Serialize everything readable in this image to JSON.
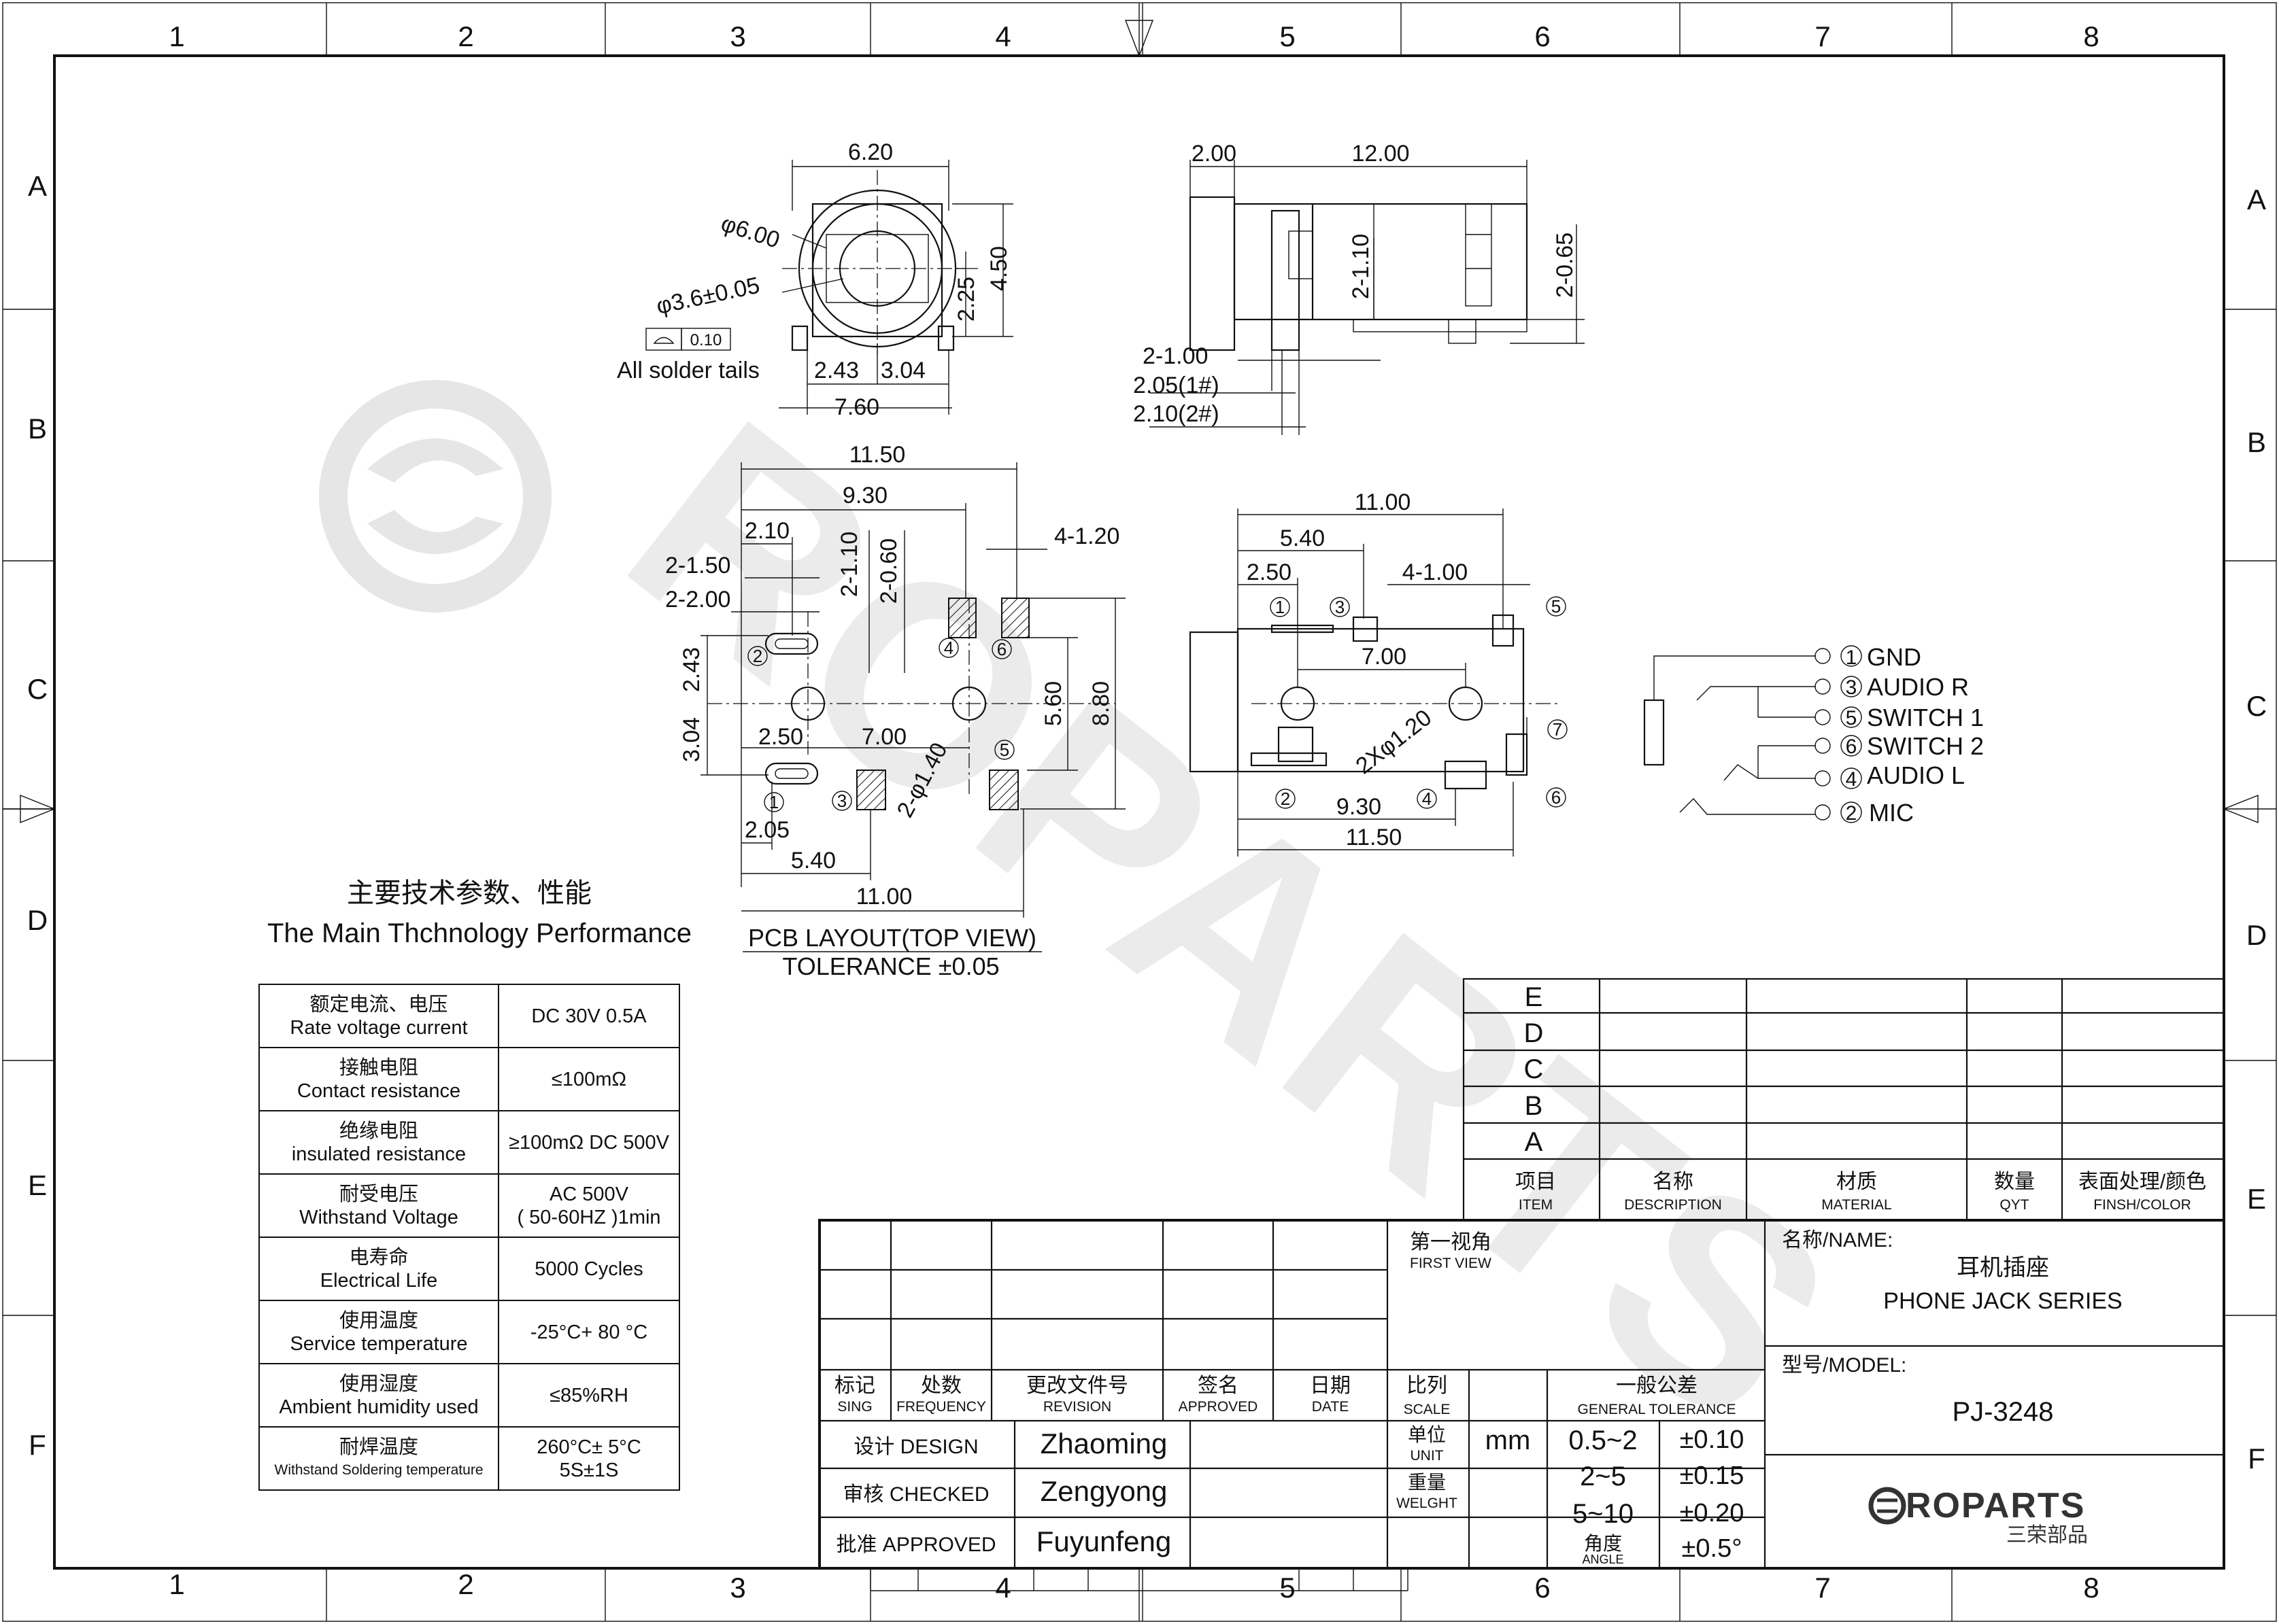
{
  "frame": {
    "columns": [
      "1",
      "2",
      "3",
      "4",
      "5",
      "6",
      "7",
      "8"
    ],
    "rows": [
      "A",
      "B",
      "C",
      "D",
      "E",
      "F"
    ]
  },
  "front_view": {
    "dim_width": "6.20",
    "dim_outer_dia": "φ6.00",
    "dim_inner_dia": "φ3.6±0.05",
    "dim_2_25": "2.25",
    "dim_4_50": "4.50",
    "dim_2_43": "2.43",
    "dim_3_04": "3.04",
    "dim_7_60": "7.60",
    "flatness_value": "0.10",
    "flatness_note": "All solder tails"
  },
  "side_view": {
    "dim_2_00": "2.00",
    "dim_12_00": "12.00",
    "dim_2_1_10": "2-1.10",
    "dim_2_0_65": "2-0.65",
    "dim_2_1_00": "2-1.00",
    "dim_2_05": "2.05(1#)",
    "dim_2_10": "2.10(2#)"
  },
  "pcb_layout": {
    "dim_11_50": "11.50",
    "dim_9_30": "9.30",
    "dim_2_10": "2.10",
    "dim_2_1_10": "2-1.10",
    "dim_2_0_60": "2-0.60",
    "dim_4_1_20": "4-1.20",
    "dim_2_1_50": "2-1.50",
    "dim_2_2_00": "2-2.00",
    "dim_2_43": "2.43",
    "dim_3_04": "3.04",
    "dim_2_50": "2.50",
    "dim_7_00": "7.00",
    "dim_2_phi_1_40": "2-φ1.40",
    "dim_5_60": "5.60",
    "dim_8_80": "8.80",
    "dim_2_05": "2.05",
    "dim_5_40": "5.40",
    "dim_11_00": "11.00",
    "pin_1": "1",
    "pin_2": "2",
    "pin_3": "3",
    "pin_4": "4",
    "pin_5": "5",
    "pin_6": "6",
    "caption": "PCB LAYOUT(TOP VIEW)",
    "tolerance": "TOLERANCE ±0.05"
  },
  "bottom_view": {
    "dim_11_00": "11.00",
    "dim_5_40": "5.40",
    "dim_2_50": "2.50",
    "dim_4_1_00": "4-1.00",
    "dim_7_00": "7.00",
    "dim_2x_phi_1_20": "2Xφ1.20",
    "dim_9_30": "9.30",
    "dim_11_50": "11.50",
    "pin_1": "1",
    "pin_2": "2",
    "pin_3": "3",
    "pin_4": "4",
    "pin_5": "5",
    "pin_6": "6",
    "pin_7": "7"
  },
  "schematic": {
    "pins": [
      {
        "num": "1",
        "label": "GND"
      },
      {
        "num": "3",
        "label": "AUDIO R"
      },
      {
        "num": "5",
        "label": "SWITCH 1"
      },
      {
        "num": "6",
        "label": "SWITCH 2"
      },
      {
        "num": "4",
        "label": "AUDIO L"
      },
      {
        "num": "2",
        "label": "MIC"
      }
    ]
  },
  "specs": {
    "title_cn": "主要技术参数、性能",
    "title_en": "The Main Thchnology Performance",
    "rows": [
      {
        "cn": "额定电流、电压",
        "en": "Rate voltage current",
        "value": "DC 30V   0.5A"
      },
      {
        "cn": "接触电阻",
        "en": "Contact resistance",
        "value": "≤100mΩ"
      },
      {
        "cn": "绝缘电阻",
        "en": "insulated resistance",
        "value": "≥100mΩ DC 500V"
      },
      {
        "cn": "耐受电压",
        "en": "Withstand Voltage",
        "value": "AC 500V",
        "value2": "( 50-60HZ )1min"
      },
      {
        "cn": "电寿命",
        "en": "Electrical Life",
        "value": "5000 Cycles"
      },
      {
        "cn": "使用温度",
        "en": "Service temperature",
        "value": "-25°C+ 80 °C"
      },
      {
        "cn": "使用湿度",
        "en": "Ambient humidity used",
        "value": "≤85%RH"
      },
      {
        "cn": "耐焊温度",
        "en": "Withstand Soldering temperature",
        "value": "260°C± 5°C",
        "value2": "5S±1S"
      }
    ]
  },
  "bom": {
    "rev_letters": [
      "E",
      "D",
      "C",
      "B",
      "A"
    ],
    "headers": [
      {
        "cn": "项目",
        "en": "ITEM"
      },
      {
        "cn": "名称",
        "en": "DESCRIPTION"
      },
      {
        "cn": "材质",
        "en": "MATERIAL"
      },
      {
        "cn": "数量",
        "en": "QYT"
      },
      {
        "cn": "表面处理/颜色",
        "en": "FINSH/COLOR"
      }
    ]
  },
  "revision": {
    "headers": [
      {
        "cn": "标记",
        "en": "SING"
      },
      {
        "cn": "处数",
        "en": "FREQUENCY"
      },
      {
        "cn": "更改文件号",
        "en": "REVISION"
      },
      {
        "cn": "签名",
        "en": "APPROVED"
      },
      {
        "cn": "日期",
        "en": "DATE"
      }
    ],
    "first_view_cn": "第一视角",
    "first_view_en": "FIRST VIEW",
    "scale_cn": "比列",
    "scale_en": "SCALE",
    "gen_tol_cn": "一般公差",
    "gen_tol_en": "GENERAL TOLERANCE"
  },
  "signoff": {
    "design_label": "设计 DESIGN",
    "design_name": "Zhaoming",
    "checked_label": "审核 CHECKED",
    "checked_name": "Zengyong",
    "approved_label": "批准 APPROVED",
    "approved_name": "Fuyunfeng"
  },
  "units": {
    "unit_cn": "单位",
    "unit_en": "UNIT",
    "unit_value": "mm",
    "weight_cn": "重量",
    "weight_en": "WELGHT",
    "tolerances": [
      {
        "range": "0.5~2",
        "tol": "±0.10"
      },
      {
        "range": "2~5",
        "tol": "±0.15"
      },
      {
        "range": "5~10",
        "tol": "±0.20"
      }
    ],
    "angle_cn": "角度",
    "angle_en": "ANGLE",
    "angle_tol": "±0.5°"
  },
  "title_block": {
    "name_label": "名称/NAME:",
    "name_cn": "耳机插座",
    "name_en": "PHONE JACK SERIES",
    "model_label": "型号/MODEL:",
    "model": "PJ-3248",
    "logo_text": "ROPARTS",
    "logo_cn": "三荣部品"
  },
  "watermark": "ROPARTS",
  "colors": {
    "ink": "#111111",
    "watermark": "#e6e6e6"
  }
}
